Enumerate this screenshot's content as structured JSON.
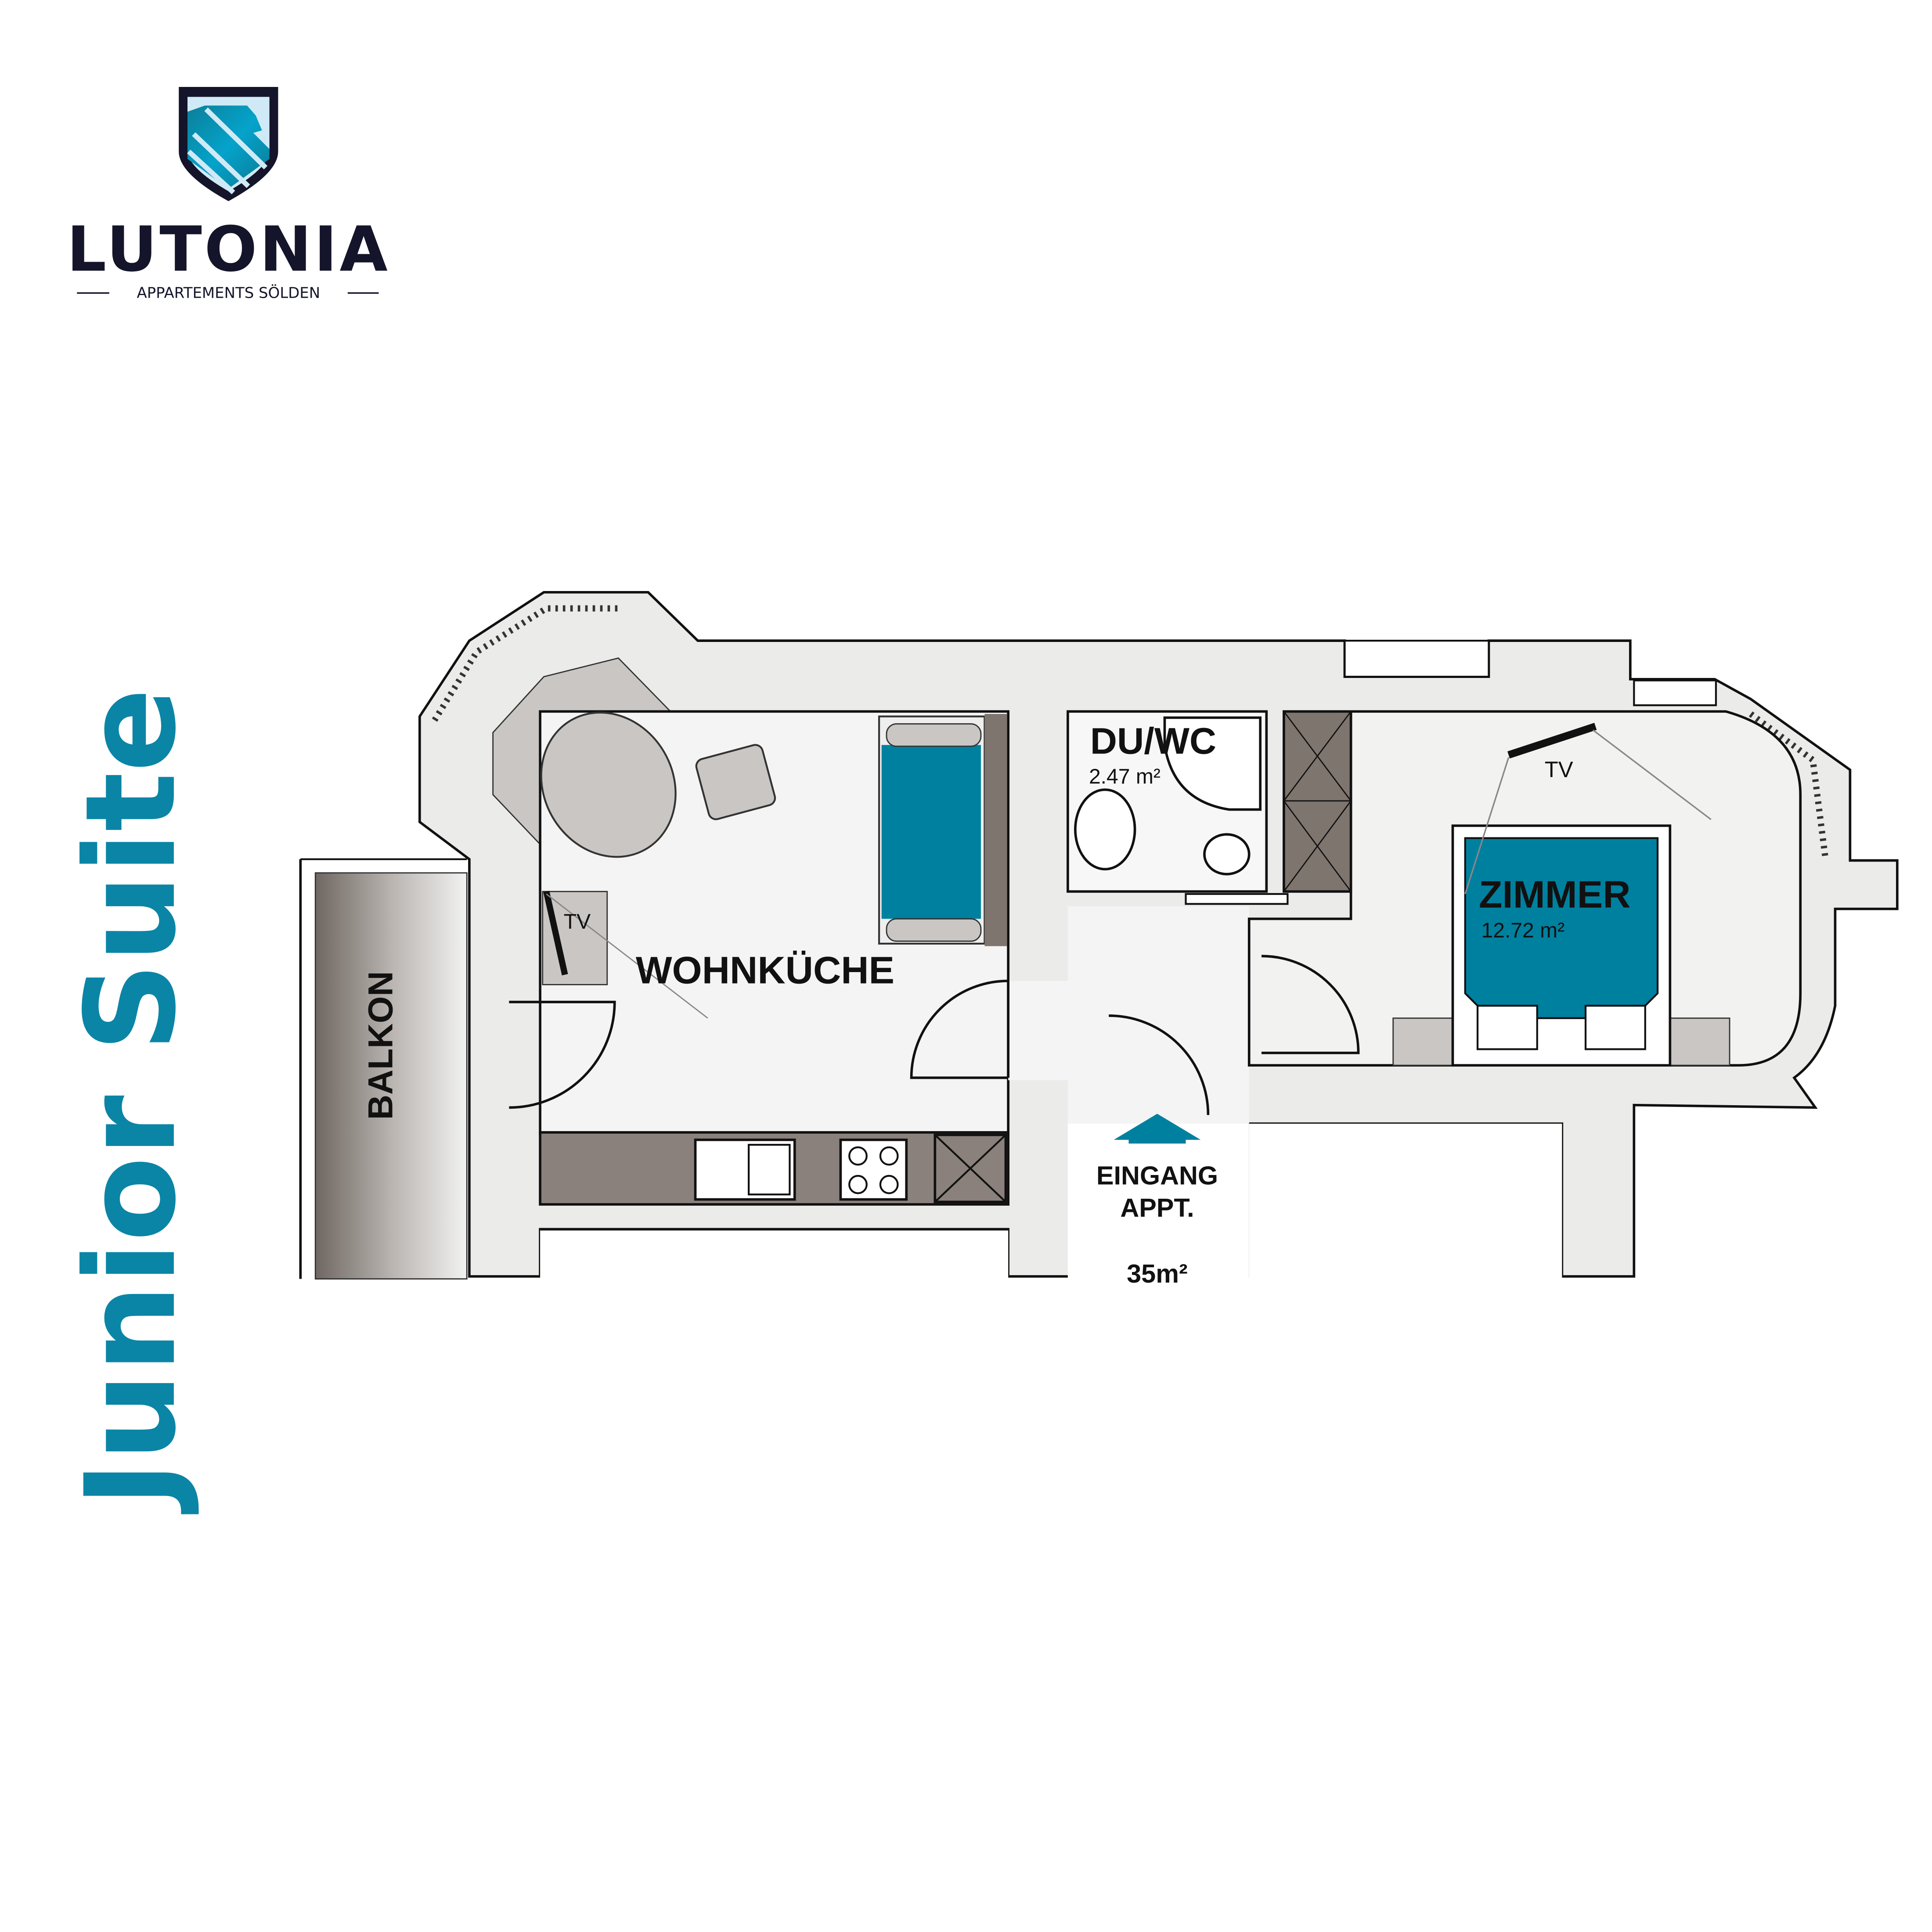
{
  "brand": {
    "name": "LUTONIA",
    "tagline": "APPARTEMENTS SÖLDEN"
  },
  "title": "Junior Suite",
  "rooms": {
    "living": {
      "name": "WOHNKÜCHE"
    },
    "bath": {
      "name": "DU/WC",
      "area": "2.47 m²"
    },
    "bedroom": {
      "name": "ZIMMER",
      "area": "12.72 m²"
    },
    "balcony": {
      "name": "BALKON"
    }
  },
  "entrance": {
    "line1": "EINGANG",
    "line2": "APPT."
  },
  "total_area": "35m²",
  "tv_label": "TV",
  "colors": {
    "accent": "#0a85a6",
    "bed": "#00809f",
    "wall": "#ebebea",
    "furniture_dark": "#7e756f",
    "navy": "#14142a"
  }
}
